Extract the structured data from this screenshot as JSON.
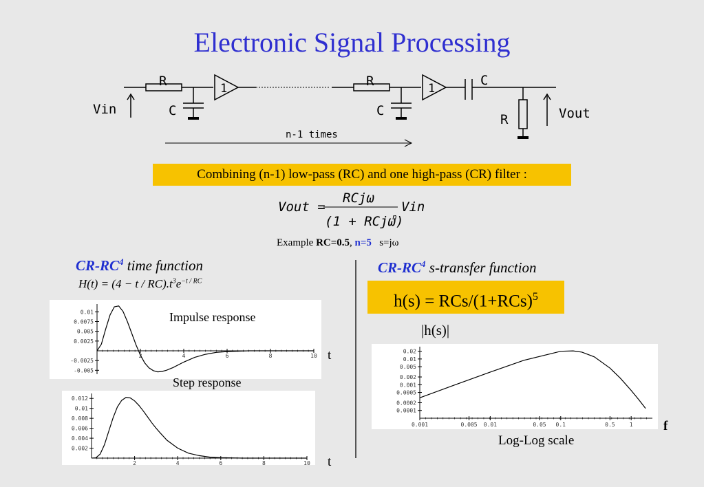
{
  "title": "Electronic Signal Processing",
  "circuit": {
    "vin": "Vin",
    "vout": "Vout",
    "r1": "R",
    "c1": "C",
    "amp1": "1",
    "r2": "R",
    "c2": "C",
    "amp2": "1",
    "c3": "C",
    "r3": "R",
    "repeat_label": "n-1 times"
  },
  "combo_text": "Combining (n-1) low-pass (RC) and one high-pass (CR) filter :",
  "formula": {
    "lhs": "Vout =",
    "numerator": "RCjω",
    "denominator": "(1 + RCjω)",
    "exponent": "n",
    "rhs": "Vin"
  },
  "example": {
    "prefix": "Example",
    "rc": "RC=0.5",
    "sep": ",",
    "n": "n=5",
    "s": "s=jω"
  },
  "time_section": {
    "title_em": "CR-RC",
    "title_sup": "4",
    "title_rest": " time function",
    "formula_main": "H(t) = (4 − t / RC).t",
    "formula_sup1": "3",
    "formula_mid": "e",
    "formula_sup2": "−t / RC"
  },
  "s_section": {
    "title_em": "CR-RC",
    "title_sup": "4",
    "title_rest": " s-transfer function",
    "hs_main": "h(s) = RCs/(1+RCs)",
    "hs_sup": "5",
    "mag_label": "|h(s)|"
  },
  "chart_data": [
    {
      "type": "line",
      "title": "Impulse response",
      "xlabel": "t",
      "xlim": [
        0,
        10
      ],
      "ylim": [
        -0.006,
        0.012
      ],
      "x_ticks": [
        2,
        4,
        6,
        8,
        10
      ],
      "x_tick_labels": [
        "2",
        "4",
        "6",
        "8",
        "10"
      ],
      "y_ticks": [
        0.01,
        0.0075,
        0.005,
        0.0025,
        -0.0025,
        -0.005
      ],
      "y_tick_labels": [
        "0.01",
        "0.0075",
        "0.005",
        "0.0025",
        "-0.0025",
        "-0.005"
      ],
      "x": [
        0,
        0.2,
        0.4,
        0.6,
        0.8,
        1.0,
        1.2,
        1.4,
        1.6,
        1.8,
        2.0,
        2.2,
        2.4,
        2.6,
        2.8,
        3.0,
        3.2,
        3.5,
        4.0,
        4.5,
        5.0,
        5.5,
        6.0,
        7.0,
        8.0,
        9.0,
        10.0
      ],
      "y": [
        0,
        0.0017,
        0.0056,
        0.0092,
        0.0113,
        0.0115,
        0.0101,
        0.0075,
        0.0045,
        0.0015,
        -0.0011,
        -0.0031,
        -0.0044,
        -0.0051,
        -0.0054,
        -0.0053,
        -0.005,
        -0.0043,
        -0.0029,
        -0.0017,
        -0.0009,
        -0.0004,
        -0.0002,
        0,
        0,
        0,
        0
      ]
    },
    {
      "type": "line",
      "title": "Step response",
      "xlabel": "t",
      "xlim": [
        0,
        10
      ],
      "ylim": [
        0,
        0.013
      ],
      "x_ticks": [
        2,
        4,
        6,
        8,
        10
      ],
      "x_tick_labels": [
        "2",
        "4",
        "6",
        "8",
        "10"
      ],
      "y_ticks": [
        0.012,
        0.01,
        0.008,
        0.006,
        0.004,
        0.002
      ],
      "y_tick_labels": [
        "0.012",
        "0.01",
        "0.008",
        "0.006",
        "0.004",
        "0.002"
      ],
      "x": [
        0,
        0.2,
        0.4,
        0.6,
        0.8,
        1.0,
        1.2,
        1.4,
        1.6,
        1.8,
        2.0,
        2.2,
        2.4,
        2.6,
        2.8,
        3.0,
        3.2,
        3.5,
        4.0,
        4.5,
        5.0,
        5.5,
        6.0,
        7.0,
        8.0,
        9.0,
        10.0
      ],
      "y": [
        0,
        6e-05,
        0.0008,
        0.0027,
        0.0054,
        0.0081,
        0.0103,
        0.0116,
        0.0122,
        0.0121,
        0.0115,
        0.0106,
        0.0095,
        0.0083,
        0.0071,
        0.006,
        0.005,
        0.0036,
        0.002,
        0.001,
        0.0005,
        0.0002,
        0.0001,
        0,
        0,
        0,
        0
      ]
    },
    {
      "type": "line",
      "title": "",
      "xlabel": "f",
      "scale": "log-log",
      "caption": "Log-Log scale",
      "xlim": [
        0.001,
        2
      ],
      "ylim": [
        5e-05,
        0.03
      ],
      "x_ticks": [
        0.001,
        0.005,
        0.01,
        0.05,
        0.1,
        0.5,
        1
      ],
      "x_tick_labels": [
        "0.001",
        "0.005",
        "0.01",
        "0.05",
        "0.1",
        "0.5",
        "1"
      ],
      "y_ticks": [
        0.02,
        0.01,
        0.005,
        0.002,
        0.001,
        0.0005,
        0.0002,
        0.0001
      ],
      "y_tick_labels": [
        "0.02",
        "0.01",
        "0.005",
        "0.002",
        "0.001",
        "0.0005",
        "0.0002",
        "0.0001"
      ],
      "x": [
        0.001,
        0.003,
        0.01,
        0.03,
        0.1,
        0.15,
        0.2,
        0.3,
        0.5,
        0.7,
        1.0,
        1.3,
        1.6
      ],
      "y": [
        0.00031,
        0.00094,
        0.0031,
        0.0089,
        0.0199,
        0.0206,
        0.0184,
        0.0121,
        0.0044,
        0.0018,
        0.0006,
        0.00025,
        0.00012
      ]
    }
  ]
}
